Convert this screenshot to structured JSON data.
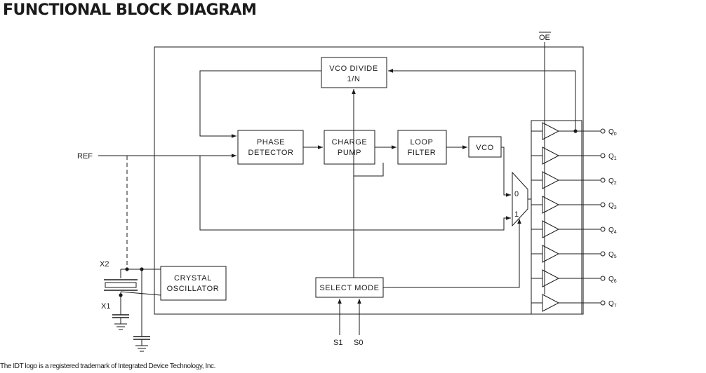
{
  "title": "FUNCTIONAL BLOCK DIAGRAM",
  "footnote": "The IDT logo is a registered trademark of Integrated Device Technology, Inc.",
  "blocks": {
    "vco_divide": [
      "VCO DIVIDE",
      "1/N"
    ],
    "phase_detector": [
      "PHASE",
      "DETECTOR"
    ],
    "charge_pump": [
      "CHARGE",
      "PUMP"
    ],
    "loop_filter": [
      "LOOP",
      "FILTER"
    ],
    "vco": "VCO",
    "crystal_oscillator": [
      "CRYSTAL",
      "OSCILLATOR"
    ],
    "select_mode": "SELECT MODE"
  },
  "pins": {
    "ref": "REF",
    "oe": "OE",
    "x1": "X1",
    "x2": "X2",
    "s1": "S1",
    "s0": "S0"
  },
  "mux": {
    "in0": "0",
    "in1": "1"
  },
  "outputs": [
    {
      "name": "Q",
      "sub": "0"
    },
    {
      "name": "Q",
      "sub": "1"
    },
    {
      "name": "Q",
      "sub": "2"
    },
    {
      "name": "Q",
      "sub": "3"
    },
    {
      "name": "Q",
      "sub": "4"
    },
    {
      "name": "Q",
      "sub": "5"
    },
    {
      "name": "Q",
      "sub": "6"
    },
    {
      "name": "Q",
      "sub": "7"
    }
  ]
}
